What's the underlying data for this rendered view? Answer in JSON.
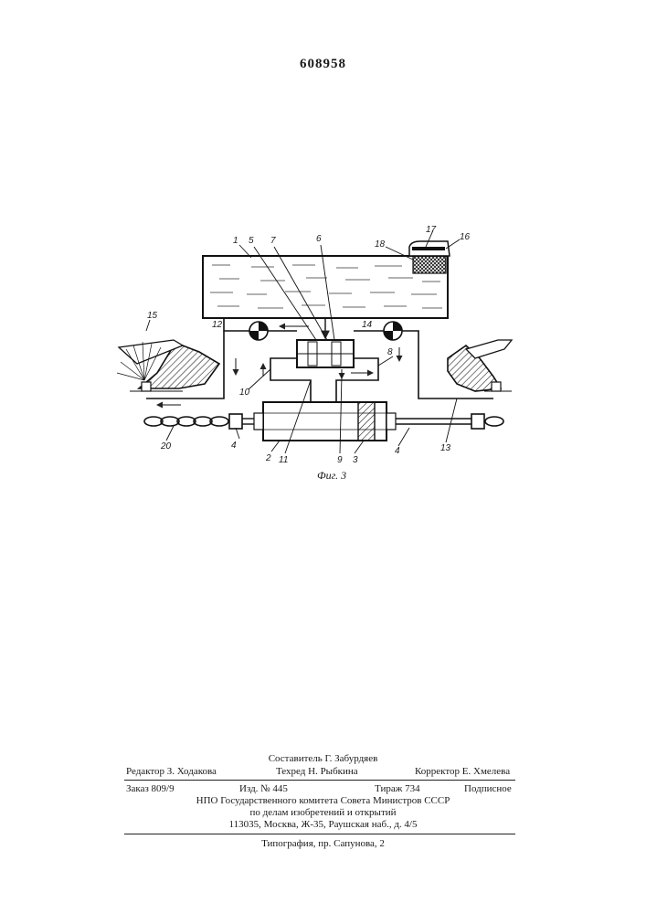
{
  "document": {
    "patent_number": "608958",
    "figure": {
      "caption": "Фиг. 3",
      "labels": {
        "l1": "1",
        "l2": "2",
        "l3": "3",
        "l4a": "4",
        "l4b": "4",
        "l5": "5",
        "l6": "6",
        "l7": "7",
        "l8": "8",
        "l9": "9",
        "l10": "10",
        "l11": "11",
        "l12": "12",
        "l13": "13",
        "l14": "14",
        "l15": "15",
        "l16": "16",
        "l17": "17",
        "l18": "18",
        "l20": "20"
      }
    },
    "imprint": {
      "compiler": "Составитель Г. Забурдяев",
      "editor": "Редактор З. Ходакова",
      "techred": "Техред Н. Рыбкина",
      "corrector": "Корректор Е. Хмелева",
      "order": "Заказ 809/9",
      "edition": "Изд. № 445",
      "print_run": "Тираж 734",
      "subscription": "Подписное",
      "org_line1": "НПО Государственного комитета Совета Министров СССР",
      "org_line2": "по делам изобретений и открытий",
      "address": "113035, Москва, Ж-35, Раушская наб., д. 4/5",
      "printer": "Типография, пр. Сапунова, 2"
    }
  }
}
